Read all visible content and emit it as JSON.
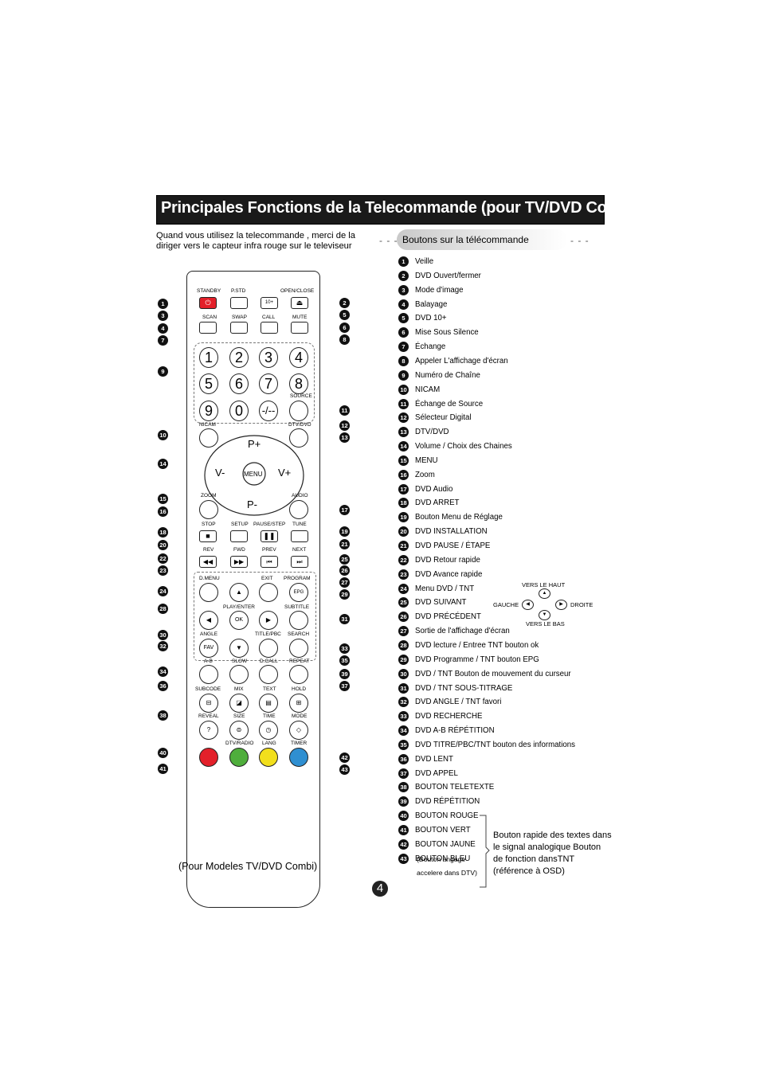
{
  "title": "Principales Fonctions de la Telecommande (pour TV/DVD Combi)",
  "intro": "Quand vous utilisez la telecommande , merci de la diriger vers le capteur infra rouge sur le televiseur",
  "section_label": "Boutons sur la télécommande",
  "dashes": "- - -",
  "caption": "(Pour Modeles TV/DVD Combi)",
  "page_number": "4",
  "list": [
    {
      "n": "1",
      "label": "Veille"
    },
    {
      "n": "2",
      "label": "DVD Ouvert/fermer"
    },
    {
      "n": "3",
      "label": "Mode d'image"
    },
    {
      "n": "4",
      "label": "Balayage"
    },
    {
      "n": "5",
      "label": "DVD 10+"
    },
    {
      "n": "6",
      "label": "Mise Sous Silence"
    },
    {
      "n": "7",
      "label": "Échange"
    },
    {
      "n": "8",
      "label": "Appeler L'affichage d'écran"
    },
    {
      "n": "9",
      "label": "Numéro de Chaîne"
    },
    {
      "n": "10",
      "label": "NICAM"
    },
    {
      "n": "11",
      "label": "Échange de Source"
    },
    {
      "n": "12",
      "label": "Sélecteur Digital"
    },
    {
      "n": "13",
      "label": "DTV/DVD"
    },
    {
      "n": "14",
      "label": "Volume / Choix des Chaines"
    },
    {
      "n": "15",
      "label": "MENU"
    },
    {
      "n": "16",
      "label": "Zoom"
    },
    {
      "n": "17",
      "label": "DVD Audio"
    },
    {
      "n": "18",
      "label": "DVD ARRET"
    },
    {
      "n": "19",
      "label": "Bouton Menu de Réglage"
    },
    {
      "n": "20",
      "label": "DVD INSTALLATION"
    },
    {
      "n": "21",
      "label": "DVD  PAUSE / ÉTAPE"
    },
    {
      "n": "22",
      "label": "DVD Retour rapide"
    },
    {
      "n": "23",
      "label": "DVD Avance rapide"
    },
    {
      "n": "24",
      "label": "Menu DVD / TNT"
    },
    {
      "n": "25",
      "label": "DVD SUIVANT"
    },
    {
      "n": "26",
      "label": "DVD PRÉCÉDENT"
    },
    {
      "n": "27",
      "label": "Sortie de l'affichage d'écran"
    },
    {
      "n": "28",
      "label": "DVD lecture / Entree TNT  bouton ok"
    },
    {
      "n": "29",
      "label": "DVD Programme / TNT bouton EPG"
    },
    {
      "n": "30",
      "label": "DVD / TNT Bouton de mouvement du curseur"
    },
    {
      "n": "31",
      "label": "DVD / TNT  SOUS-TITRAGE"
    },
    {
      "n": "32",
      "label": "DVD ANGLE / TNT favori"
    },
    {
      "n": "33",
      "label": "DVD RECHERCHE"
    },
    {
      "n": "34",
      "label": "DVD A-B RÉPÉTITION"
    },
    {
      "n": "35",
      "label": "DVD TITRE/PBC/TNT bouton des informations"
    },
    {
      "n": "36",
      "label": "DVD LENT"
    },
    {
      "n": "37",
      "label": "DVD APPEL"
    },
    {
      "n": "38",
      "label": "BOUTON TELETEXTE"
    },
    {
      "n": "39",
      "label": "DVD RÉPÉTITION"
    },
    {
      "n": "40",
      "label": "BOUTON ROUGE"
    },
    {
      "n": "41",
      "label": "BOUTON VERT"
    },
    {
      "n": "42",
      "label": "BOUTON JAUNE"
    },
    {
      "n": "43",
      "label": "BOUTON BLEU"
    }
  ],
  "jaune_note": [
    "(Bouton angage",
    "accelere dans DTV)"
  ],
  "brace_note": "Bouton rapide des textes dans le signal analogique Bouton de fonction dansTNT (référence à OSD)",
  "cursor": {
    "up": "VERS LE HAUT",
    "down": "VERS LE BAS",
    "left": "GAUCHE",
    "right": "DROITE"
  },
  "remote": {
    "standby": "STANDBY",
    "pstd": "P.STD",
    "openclose": "OPEN/CLOSE",
    "ten_plus": "10+",
    "scan": "SCAN",
    "swap": "SWAP",
    "call": "CALL",
    "mute": "MUTE",
    "digits": [
      "1",
      "2",
      "3",
      "4",
      "5",
      "6",
      "7",
      "8",
      "9",
      "0",
      "-/--"
    ],
    "source": "SOURCE",
    "nicam": "NICAM",
    "dtvdvd": "DTV/DVD",
    "pplus": "P+",
    "pminus": "P-",
    "vminus": "V-",
    "vplus": "V+",
    "menu": "MENU",
    "zoom": "ZOOM",
    "audio": "AUDIO",
    "stop": "STOP",
    "setup": "SETUP",
    "pausestep": "PAUSE/STEP",
    "tune": "TUNE",
    "rev": "REV",
    "fwd": "FWD",
    "prev": "PREV",
    "next": "NEXT",
    "dmenu": "D.MENU",
    "exit": "EXIT",
    "program": "PROGRAM",
    "epg": "EPG",
    "playenter": "PLAY/ENTER",
    "ok": "OK",
    "subtitle": "SUBTITLE",
    "angle": "ANGLE",
    "titlepbc": "TITLE/PBC",
    "search": "SEARCH",
    "fav": "FAV",
    "ab": "A-B",
    "slow": "SLOW",
    "dcall": "D.CALL",
    "repeat": "REPEAT",
    "subcode": "SUBCODE",
    "mix": "MIX",
    "text": "TEXT",
    "hold": "HOLD",
    "reveal": "REVEAL",
    "size": "SIZE",
    "time": "TIME",
    "mode": "MODE",
    "dtvradio": "DTV/RADIO",
    "lang": "LANG",
    "timer": "TIMER"
  },
  "colors": {
    "red": "#e3202a",
    "green": "#4fae3c",
    "yellow": "#f2df1c",
    "blue": "#2f8fd1",
    "standby": "#e3202a"
  }
}
